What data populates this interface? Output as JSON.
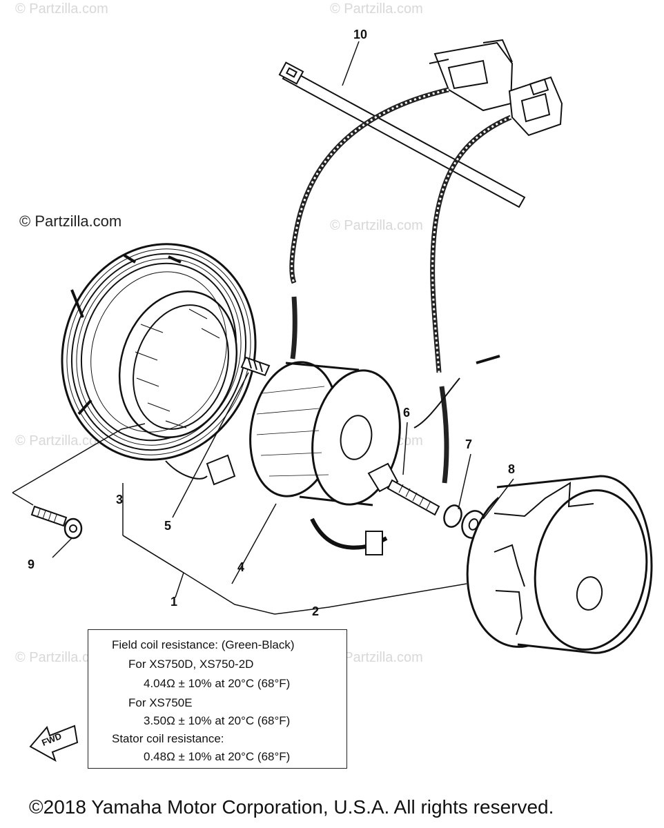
{
  "watermarks": {
    "main": "© Partzilla.com",
    "faint": "© Partzilla.com"
  },
  "callouts": [
    "1",
    "2",
    "3",
    "4",
    "5",
    "6",
    "7",
    "8",
    "9",
    "10"
  ],
  "note": {
    "lines": [
      "Field coil resistance:  (Green-Black)",
      "For XS750D, XS750-2D",
      "4.04Ω ± 10% at 20°C (68°F)",
      "For XS750E",
      "3.50Ω ± 10% at 20°C (68°F)",
      "Stator coil resistance:",
      "0.48Ω ± 10% at 20°C (68°F)"
    ]
  },
  "fwd_label": "FWD",
  "footer": "©2018 Yamaha Motor Corporation, U.S.A. All rights reserved.",
  "colors": {
    "ink": "#111111",
    "watermark": "#d8d8d8",
    "background": "#ffffff"
  },
  "icons": {
    "fwd": "fwd-arrow-icon"
  }
}
